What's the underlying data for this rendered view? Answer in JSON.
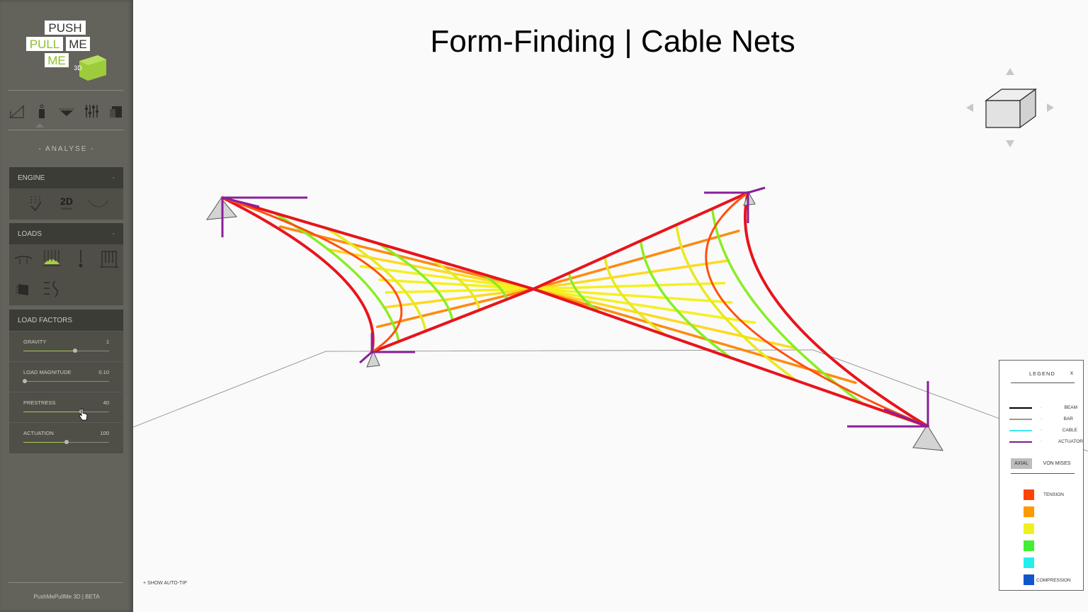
{
  "app": {
    "logo": {
      "push": "PUSH",
      "pull": "PULL",
      "me1": "ME",
      "me2": "ME",
      "badge": "3D"
    },
    "mode": "- ANALYSE -",
    "footer": "PushMePullMe 3D | BETA",
    "auto_tip": "+ SHOW AUTO-TIP"
  },
  "toolbar": [
    {
      "icon": "geometry-icon"
    },
    {
      "icon": "supports-icon"
    },
    {
      "icon": "loads-icon"
    },
    {
      "icon": "settings-sliders-icon"
    },
    {
      "icon": "export-icon"
    }
  ],
  "panels": {
    "engine": {
      "title": "ENGINE",
      "collapse": "-",
      "icons": [
        "gravity-solver-icon",
        "2d-engine-icon",
        "catenary-icon"
      ],
      "engine_text": "2D",
      "engine_sub": "ENGINE"
    },
    "loads": {
      "title": "LOADS",
      "collapse": "-",
      "icons": [
        "point-load-icon",
        "distributed-load-icon",
        "single-load-icon",
        "frame-load-icon",
        "wind-load-icon",
        "snow-load-icon"
      ]
    },
    "load_factors": {
      "title": "LOAD FACTORS",
      "sliders": [
        {
          "label": "GRAVITY",
          "value": "1",
          "fraction": 0.6
        },
        {
          "label": "LOAD MAGNITUDE",
          "value": "0.10",
          "fraction": 0.02
        },
        {
          "label": "PRESTRESS",
          "value": "40",
          "fraction": 0.68
        },
        {
          "label": "ACTUATION",
          "value": "100",
          "fraction": 0.5
        }
      ]
    }
  },
  "canvas": {
    "title": "Form-Finding | Cable Nets"
  },
  "legend": {
    "title": "LEGEND",
    "close": "x",
    "elements": [
      {
        "name": "BEAM",
        "color": "#000000"
      },
      {
        "name": "BAR",
        "color": "#9a9a9a"
      },
      {
        "name": "CABLE",
        "color": "#3fe8f0"
      },
      {
        "name": "ACTUATOR",
        "color": "#7a1f8a"
      }
    ],
    "modes": [
      "AXIAL",
      "VON MISES"
    ],
    "scale": [
      {
        "label": "TENSION",
        "color": "#ff4400"
      },
      {
        "label": "",
        "color": "#ff9900"
      },
      {
        "label": "",
        "color": "#f0f020"
      },
      {
        "label": "",
        "color": "#44ee33"
      },
      {
        "label": "",
        "color": "#22eeee"
      },
      {
        "label": "COMPRESSION",
        "color": "#1155cc"
      }
    ]
  }
}
